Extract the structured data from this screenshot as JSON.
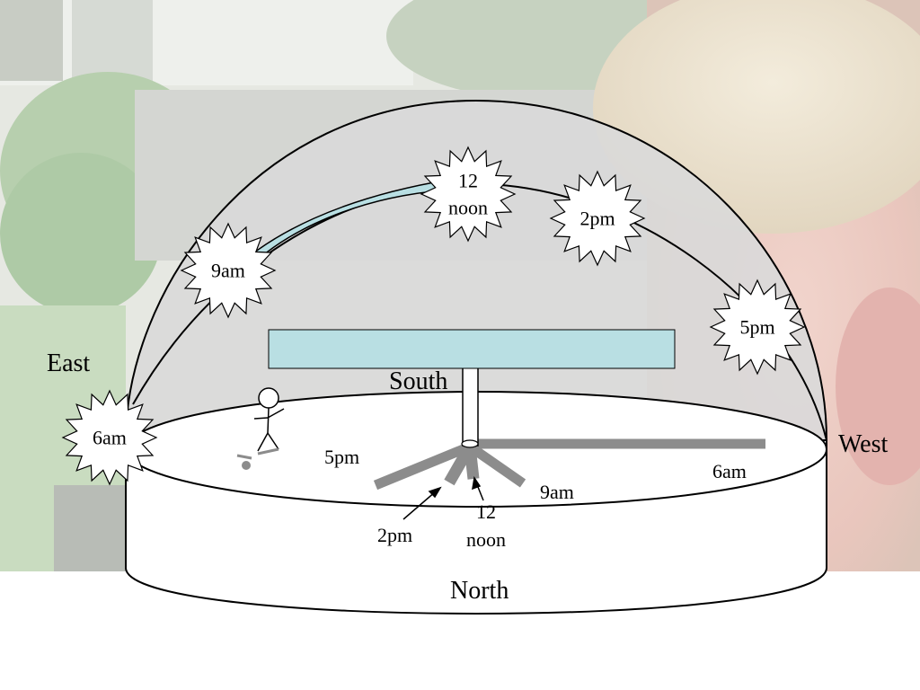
{
  "directions": {
    "east": "East",
    "west": "West",
    "south": "South",
    "north": "North"
  },
  "sun_positions": [
    {
      "id": "6am",
      "lines": [
        "6am"
      ]
    },
    {
      "id": "9am",
      "lines": [
        "9am"
      ]
    },
    {
      "id": "noon",
      "lines": [
        "12",
        "noon"
      ]
    },
    {
      "id": "2pm",
      "lines": [
        "2pm"
      ]
    },
    {
      "id": "5pm",
      "lines": [
        "5pm"
      ]
    }
  ],
  "shadow_labels": [
    {
      "id": "5pm",
      "lines": [
        "5pm"
      ]
    },
    {
      "id": "6am",
      "lines": [
        "6am"
      ]
    },
    {
      "id": "9am",
      "lines": [
        "9am"
      ]
    },
    {
      "id": "noon",
      "lines": [
        "12",
        "noon"
      ]
    },
    {
      "id": "2pm",
      "lines": [
        "2pm"
      ]
    }
  ],
  "colors": {
    "dome_fill": "#d9d9d9",
    "plaque_fill": "#b9dfe3",
    "arrow_fill": "#b9dfe3",
    "shadow": "#8c8c8c",
    "disc_fill": "#ffffff"
  },
  "background": {
    "description_icon": "faded-photo-background"
  }
}
